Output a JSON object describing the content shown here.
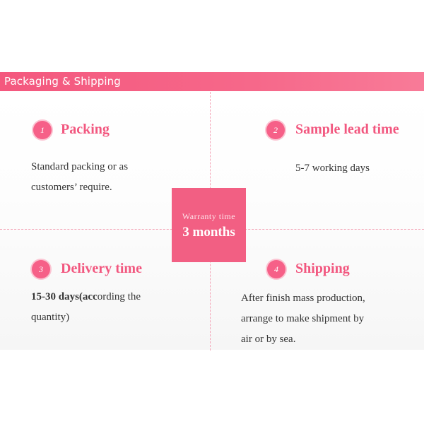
{
  "banner": {
    "title": "Packaging & Shipping"
  },
  "center": {
    "label": "Warranty time",
    "value": "3 months"
  },
  "sections": [
    {
      "number": "1",
      "title": "Packing",
      "lines": [
        "Standard packing or as",
        "customers’ require."
      ]
    },
    {
      "number": "2",
      "title": "Sample lead time",
      "lines": [
        "5-7 working days"
      ]
    },
    {
      "number": "3",
      "title": "Delivery time",
      "line1_bold": "15-30 days(acc",
      "line1_rest": "ording the",
      "line2": "quantity)"
    },
    {
      "number": "4",
      "title": "Shipping",
      "lines": [
        "After finish mass production,",
        "arrange to make  shipment by",
        "air or by sea."
      ]
    }
  ],
  "colors": {
    "accent": "#f25f83",
    "divider": "#f4a3b6"
  }
}
